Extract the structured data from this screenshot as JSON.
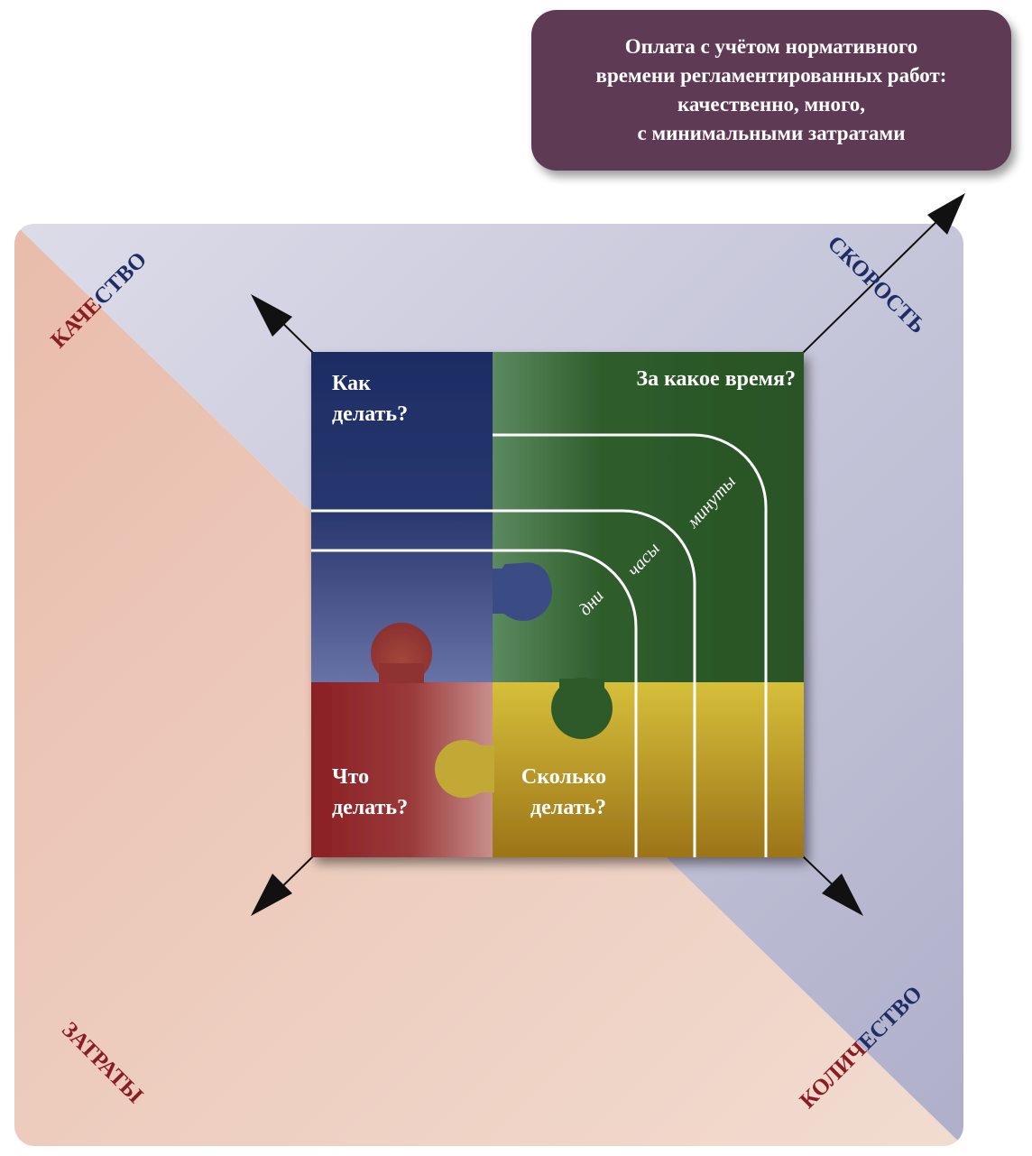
{
  "callout": {
    "lines": [
      "Оплата с учётом нормативного",
      "времени регламентированных работ:",
      "качественно, много,",
      "с минимальными затратами"
    ]
  },
  "corners": {
    "top_left": {
      "part1": "КАЧЕ",
      "part2": "СТВО"
    },
    "top_right": {
      "part1": "СКО",
      "part2": "РОСТЬ"
    },
    "bottom_left": "ЗАТРАТЫ",
    "bottom_right": {
      "part1": "КОЛИЧ",
      "part2": "ЕСТВО"
    }
  },
  "quadrants": {
    "how": {
      "line1": "Как",
      "line2": "делать?"
    },
    "when": "За какое время?",
    "what": {
      "line1": "Что",
      "line2": "делать?"
    },
    "how_much": {
      "line1": "Сколько",
      "line2": "делать?"
    }
  },
  "time_labels": {
    "days": "дни",
    "hours": "часы",
    "minutes": "минуты"
  },
  "colors": {
    "burgundy_text": "#8a1c24",
    "navy_text": "#1f2d66",
    "callout_bg": "#5e3a55",
    "how_fill": "#1f2f66",
    "when_fill": "#2f5a2a",
    "what_fill": "#8e2424",
    "how_much_fill": "#c7ae30"
  }
}
